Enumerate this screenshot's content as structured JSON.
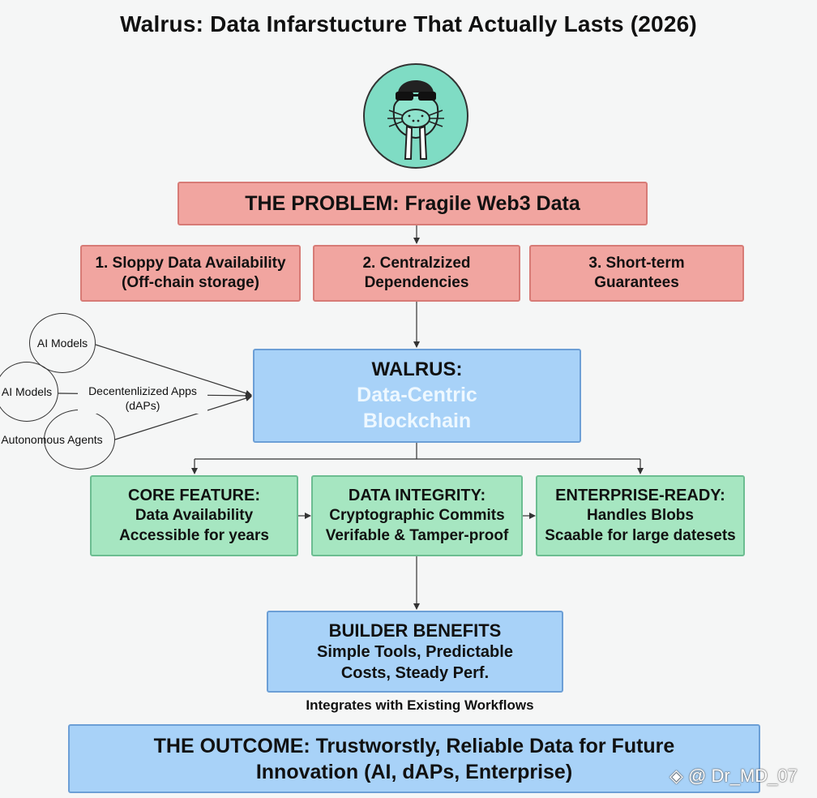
{
  "title": "Walrus: Data Infarstucture That Actually Lasts (2026)",
  "problem": {
    "main": "THE PROBLEM: Fragile Web3 Data",
    "items": [
      {
        "line1": "1. Sloppy Data Availability",
        "line2": "(Off-chain storage)"
      },
      {
        "line1": "2. Centralzized",
        "line2": "Dependencies"
      },
      {
        "line1": "3. Short-term",
        "line2": "Guarantees"
      }
    ]
  },
  "inputs": {
    "node1": "AI Models",
    "node2": "AI Models",
    "node3": "Autonomous Agents",
    "label_line1": "Decentenlizized Apps",
    "label_line2": "(dAPs)"
  },
  "walrus": {
    "head": "WALRUS:",
    "sub1": "Data-Centric",
    "sub2": "Blockchain"
  },
  "features": [
    {
      "head": "CORE FEATURE:",
      "line1": "Data Availability",
      "line2": "Accessible for years"
    },
    {
      "head": "DATA INTEGRITY:",
      "line1": "Cryptographic Commits",
      "line2": "Verifable & Tamper-proof"
    },
    {
      "head": "ENTERPRISE-READY:",
      "line1": "Handles Blobs",
      "line2": "Scaable for large datesets"
    }
  ],
  "benefits": {
    "head": "BUILDER BENEFITS",
    "line1": "Simple Tools, Predictable",
    "line2": "Costs, Steady Perf."
  },
  "integrates": "Integrates with Existing Workflows",
  "outcome": {
    "line1": "THE OUTCOME: Trustworstly, Reliable Data for Future",
    "line2": "Innovation (AI, dAPs, Enterprise)"
  },
  "watermark": "@ Dr_MD_07",
  "colors": {
    "problem_fill": "#f1a5a0",
    "walrus_fill": "#a8d2f8",
    "feature_fill": "#a6e6c1",
    "logo_fill": "#7fdcc4"
  }
}
